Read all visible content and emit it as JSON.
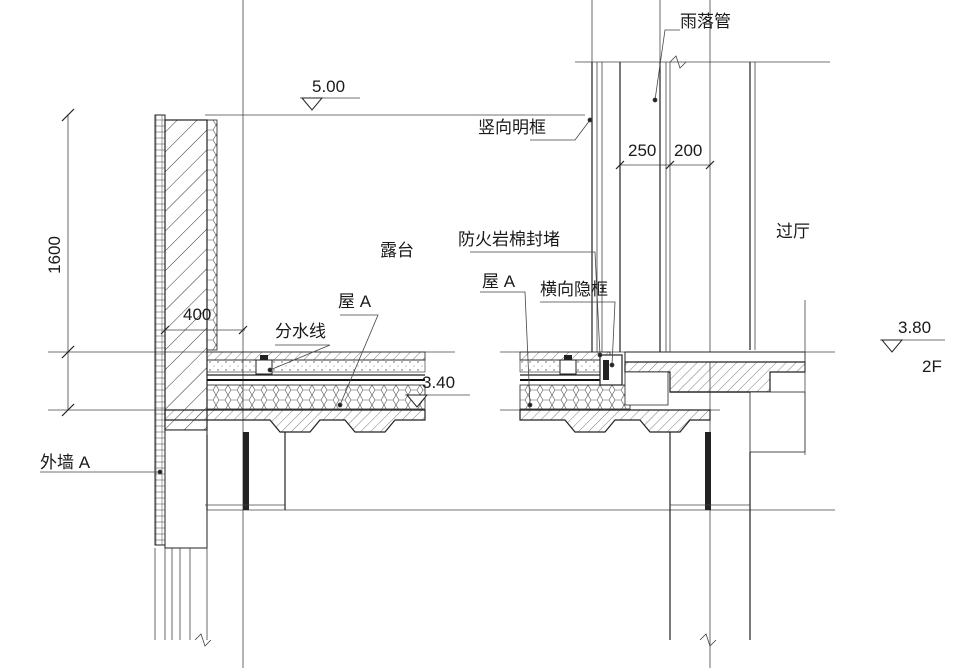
{
  "labels": {
    "downpipe": "雨落管",
    "vertical_frame": "竖向明框",
    "terrace": "露台",
    "fire_seal": "防火岩棉封堵",
    "roof_a_left": "屋 A",
    "roof_a_right": "屋 A",
    "horizontal_frame": "横向隐框",
    "drip_line": "分水线",
    "hall": "过厅",
    "exterior_wall": "外墙 A",
    "floor": "2F"
  },
  "dimensions": {
    "parapet_height": "1600",
    "parapet_width": "400",
    "dim_250": "250",
    "dim_200": "200"
  },
  "elevations": {
    "top": "5.00",
    "terrace": "3.40",
    "floor": "3.80"
  },
  "colors": {
    "line": "#222222",
    "background": "#ffffff"
  }
}
